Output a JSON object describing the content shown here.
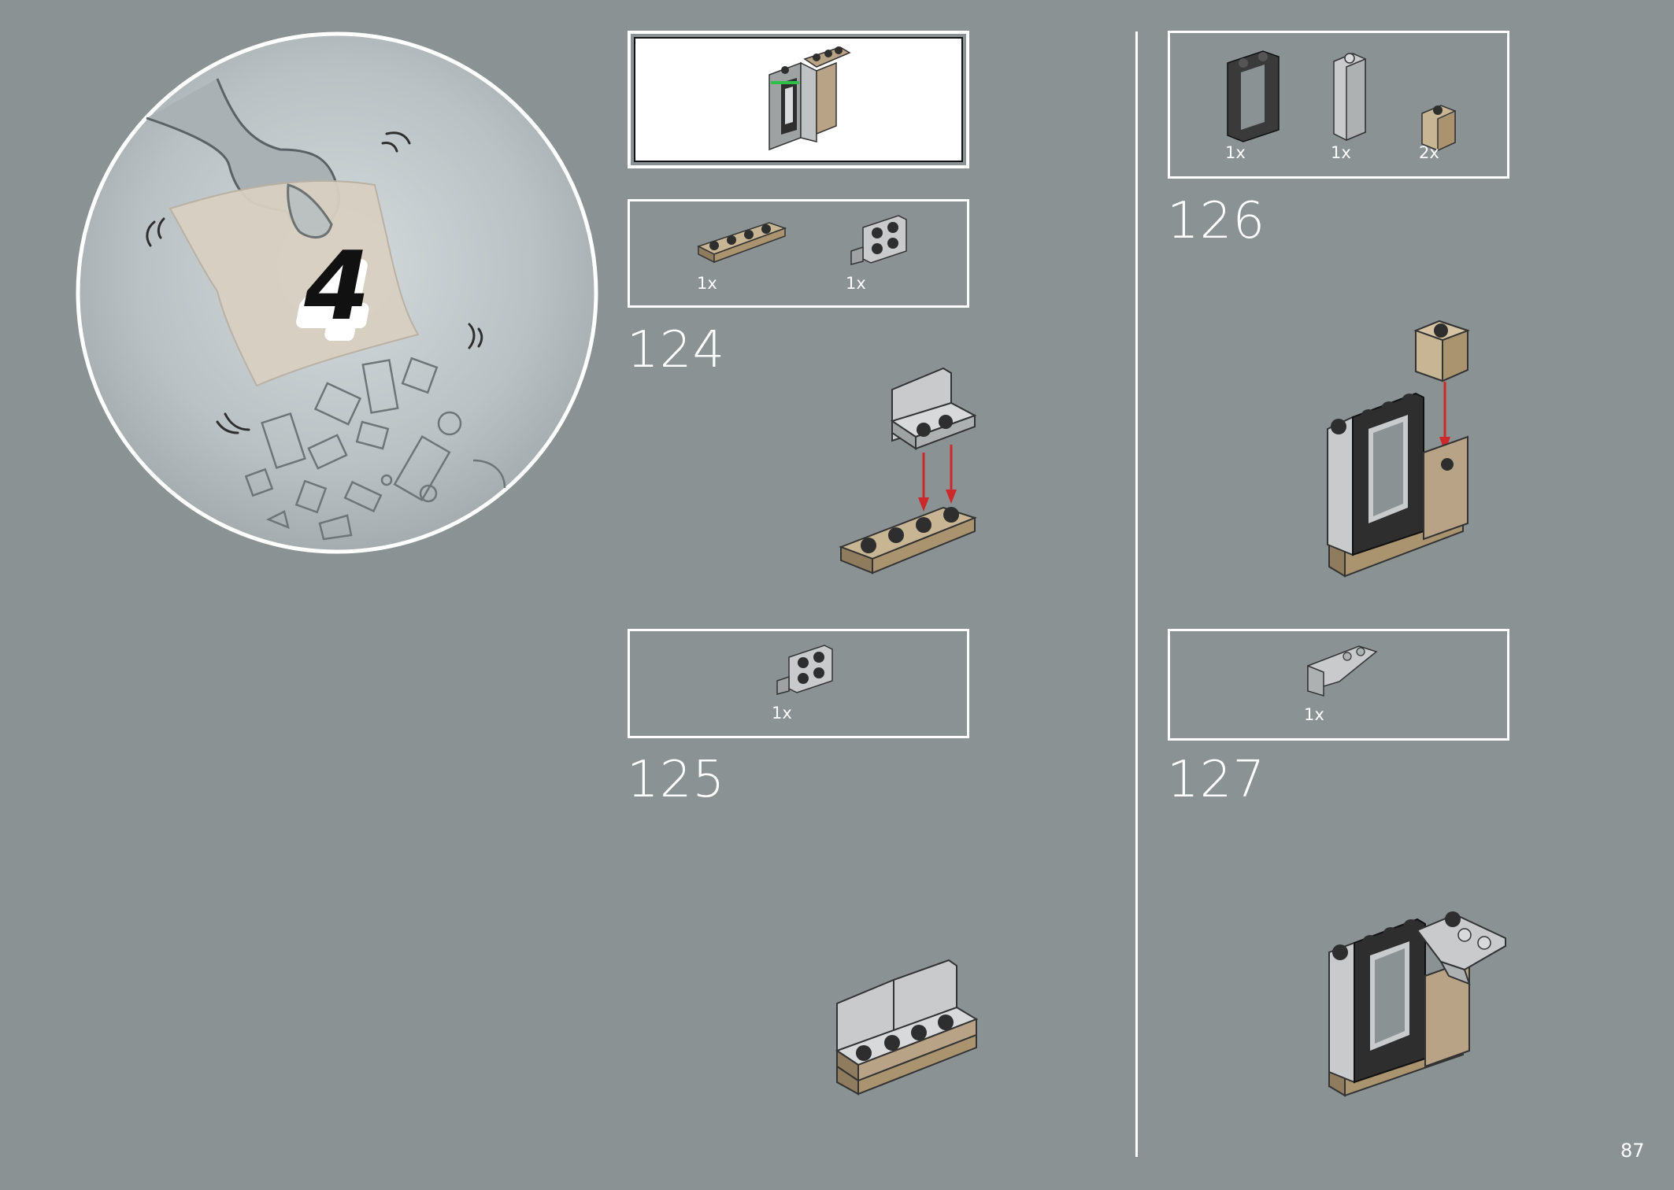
{
  "bag": {
    "number": "4"
  },
  "steps": [
    {
      "number": "124",
      "parts": [
        {
          "qty": "1x",
          "icon": "tan-plate-1x4-icon"
        },
        {
          "qty": "1x",
          "icon": "grey-bracket-2x2-icon"
        }
      ]
    },
    {
      "number": "125",
      "parts": [
        {
          "qty": "1x",
          "icon": "grey-bracket-2x2-icon"
        }
      ]
    },
    {
      "number": "126",
      "parts": [
        {
          "qty": "1x",
          "icon": "black-window-frame-icon"
        },
        {
          "qty": "1x",
          "icon": "grey-brick-1x1x3-icon"
        },
        {
          "qty": "2x",
          "icon": "tan-brick-1x1-icon"
        }
      ]
    },
    {
      "number": "127",
      "parts": [
        {
          "qty": "1x",
          "icon": "grey-slope-inverted-icon"
        }
      ]
    }
  ],
  "page_number": "87",
  "colors": {
    "background": "#8a9294",
    "tan": "#b8a386",
    "light_grey": "#c8cacb",
    "dark": "#2e2e2e",
    "arrow_red": "#cc2a2a",
    "bag": "#d8d0c2"
  }
}
